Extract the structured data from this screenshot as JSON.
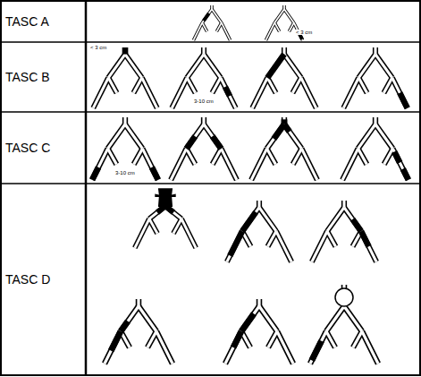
{
  "diagram": {
    "labels": [
      "TASC A",
      "< 3 cm",
      "TASC B",
      "< 3 cm",
      "3-10 cm",
      "TASC C",
      "3-10 cm",
      "TASC D"
    ]
  }
}
